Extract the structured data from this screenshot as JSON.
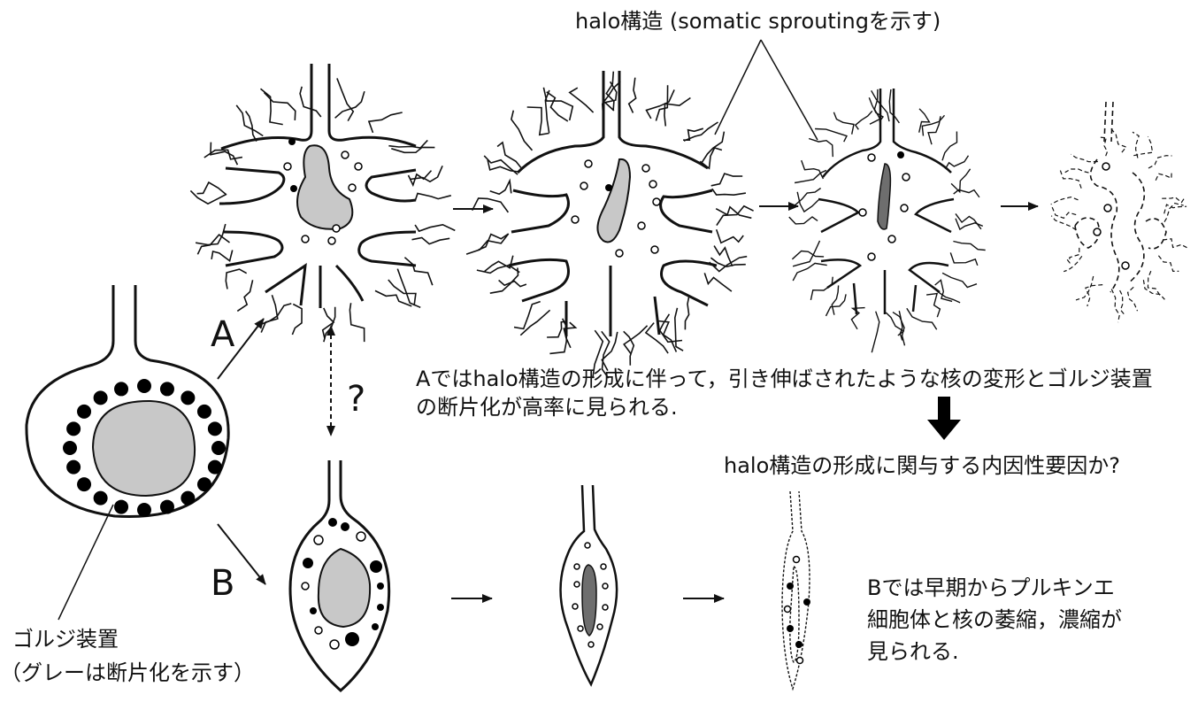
{
  "title": "halo構造 (somatic sproutingを示す)",
  "pathway_a_label": "A",
  "pathway_b_label": "B",
  "question_mark": "?",
  "note_a": "Aではhalo構造の形成に伴って，引き伸ばされたような核の変形とゴルジ装置の断片化が高率に見られる.",
  "note_a_conclusion": "halo構造の形成に関与する内因性要因か?",
  "note_b": "Bでは早期からプルキンエ細胞体と核の萎縮，濃縮が見られる.",
  "golgi_label": "ゴルジ装置",
  "golgi_note": "（グレーは断片化を示す）",
  "colors": {
    "line": "#111111",
    "nucleus": "#c8c8c8",
    "nucleus_dark": "#6e6e6e",
    "golgi": "#000000"
  }
}
